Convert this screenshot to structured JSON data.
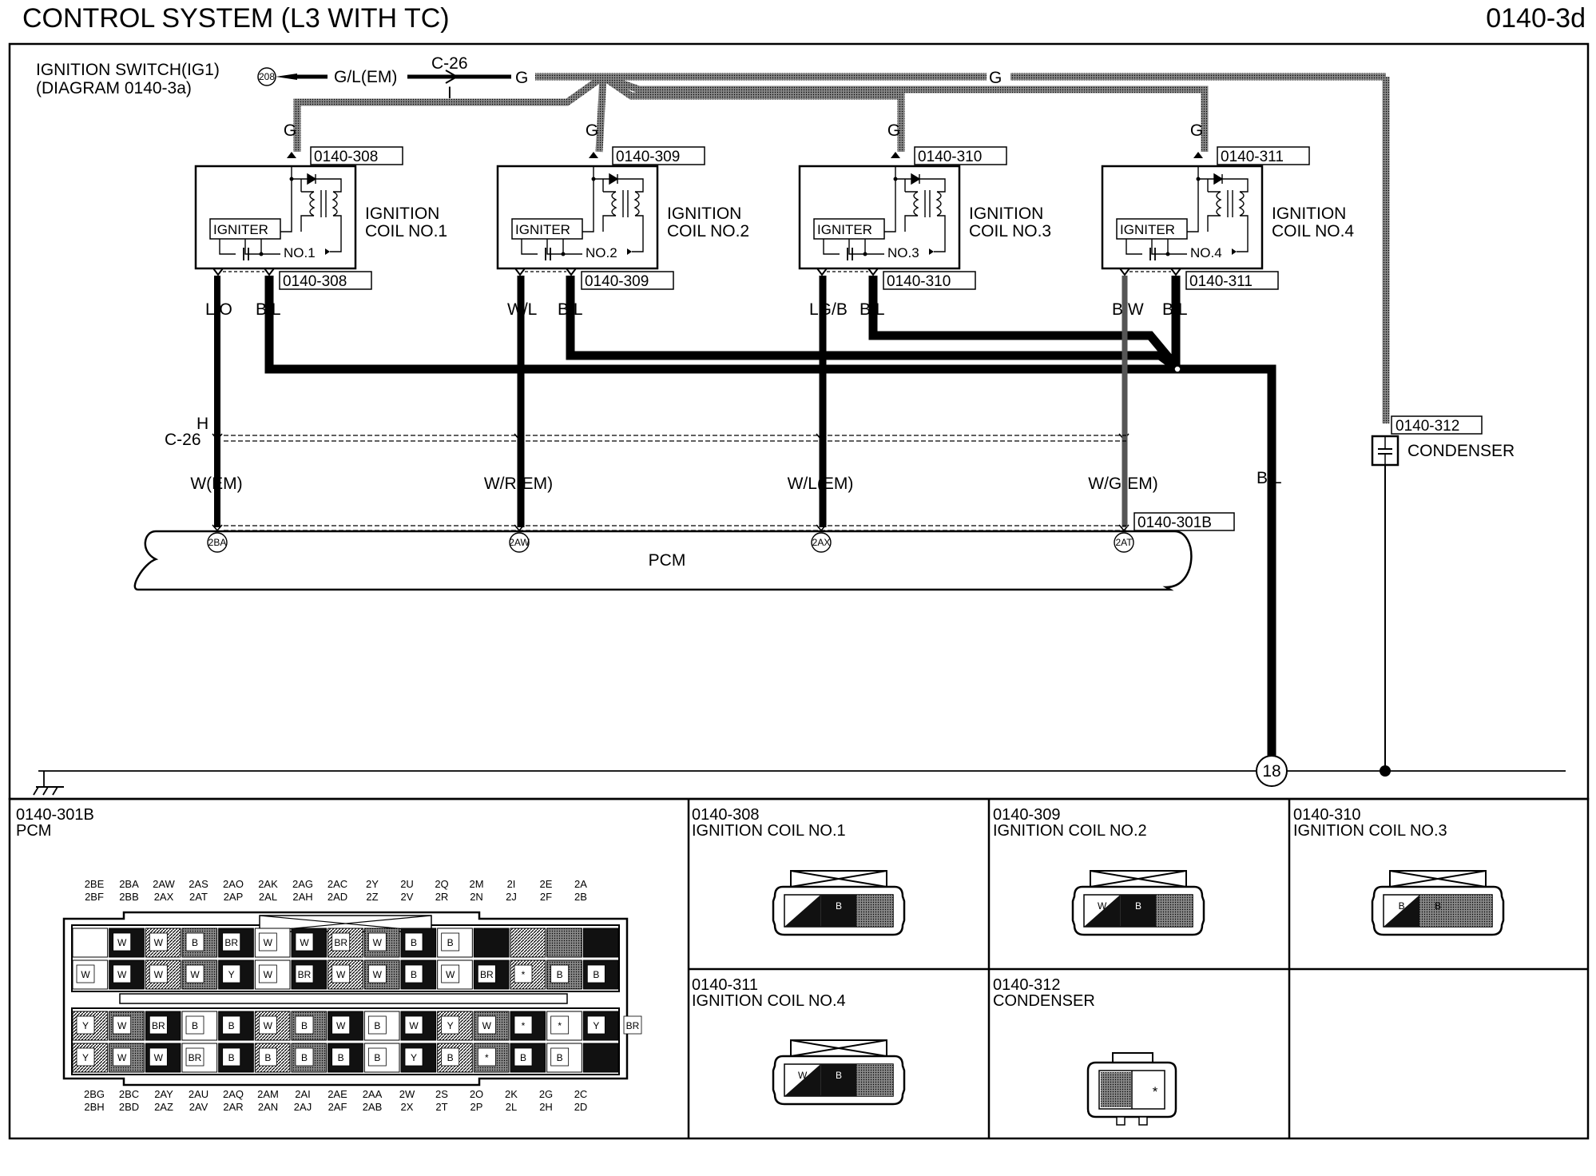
{
  "header": {
    "title": "CONTROL SYSTEM (L3 WITH TC)",
    "page_code": "0140-3d"
  },
  "ignition_switch": {
    "line1": "IGNITION SWITCH(IG1)",
    "line2": "(DIAGRAM 0140-3a)",
    "terminal": "208",
    "wire_color": "G/L(EM)",
    "connector": "C-26",
    "connector_pin": "I"
  },
  "wires": {
    "g": "G",
    "bl": "B/L",
    "h_pin": "H",
    "c26": "C-26"
  },
  "coils": [
    {
      "ref": "0140-308",
      "igniter": "IGNITER",
      "no": "NO.1",
      "name1": "IGNITION",
      "name2": "COIL NO.1",
      "wire_left": "L/O",
      "wire_right": "B/L",
      "pcm_wire": "W(EM)",
      "pcm_pin": "2BA"
    },
    {
      "ref": "0140-309",
      "igniter": "IGNITER",
      "no": "NO.2",
      "name1": "IGNITION",
      "name2": "COIL NO.2",
      "wire_left": "W/L",
      "wire_right": "B/L",
      "pcm_wire": "W/R(EM)",
      "pcm_pin": "2AW"
    },
    {
      "ref": "0140-310",
      "igniter": "IGNITER",
      "no": "NO.3",
      "name1": "IGNITION",
      "name2": "COIL NO.3",
      "wire_left": "LG/B",
      "wire_right": "B/L",
      "pcm_wire": "W/L(EM)",
      "pcm_pin": "2AX"
    },
    {
      "ref": "0140-311",
      "igniter": "IGNITER",
      "no": "NO.4",
      "name1": "IGNITION",
      "name2": "COIL NO.4",
      "wire_left": "B/W",
      "wire_right": "B/L",
      "pcm_wire": "W/G(EM)",
      "pcm_pin": "2AT"
    }
  ],
  "condenser": {
    "ref": "0140-312",
    "name": "CONDENSER"
  },
  "pcm": {
    "name": "PCM",
    "ref": "0140-301B"
  },
  "ground": {
    "point": "18"
  },
  "panels": {
    "pcm": {
      "ref": "0140-301B",
      "name": "PCM"
    },
    "coil1": {
      "ref": "0140-308",
      "name": "IGNITION COIL NO.1",
      "pins": [
        "B"
      ]
    },
    "coil2": {
      "ref": "0140-309",
      "name": "IGNITION COIL NO.2",
      "pins": [
        "W",
        "B"
      ]
    },
    "coil3": {
      "ref": "0140-310",
      "name": "IGNITION COIL NO.3",
      "pins": [
        "B",
        "B"
      ]
    },
    "coil4": {
      "ref": "0140-311",
      "name": "IGNITION COIL NO.4",
      "pins": [
        "W",
        "B"
      ]
    },
    "condenser": {
      "ref": "0140-312",
      "name": "CONDENSER",
      "pins": [
        "*"
      ]
    }
  },
  "pcm_connector": {
    "top_labels": [
      [
        "2BE",
        "2BF"
      ],
      [
        "2BA",
        "2BB"
      ],
      [
        "2AW",
        "2AX"
      ],
      [
        "2AS",
        "2AT"
      ],
      [
        "2AO",
        "2AP"
      ],
      [
        "2AK",
        "2AL"
      ],
      [
        "2AG",
        "2AH"
      ],
      [
        "2AC",
        "2AD"
      ],
      [
        "2Y",
        "2Z"
      ],
      [
        "2U",
        "2V"
      ],
      [
        "2Q",
        "2R"
      ],
      [
        "2M",
        "2N"
      ],
      [
        "2I",
        "2J"
      ],
      [
        "2E",
        "2F"
      ],
      [
        "2A",
        "2B"
      ]
    ],
    "bottom_labels": [
      [
        "2BG",
        "2BH"
      ],
      [
        "2BC",
        "2BD"
      ],
      [
        "2AY",
        "2AZ"
      ],
      [
        "2AU",
        "2AV"
      ],
      [
        "2AQ",
        "2AR"
      ],
      [
        "2AM",
        "2AN"
      ],
      [
        "2AI",
        "2AJ"
      ],
      [
        "2AE",
        "2AF"
      ],
      [
        "2AA",
        "2AB"
      ],
      [
        "2W",
        "2X"
      ],
      [
        "2S",
        "2T"
      ],
      [
        "2O",
        "2P"
      ],
      [
        "2K",
        "2L"
      ],
      [
        "2G",
        "2H"
      ],
      [
        "2C",
        "2D"
      ]
    ],
    "row1_pins": [
      "W",
      "W",
      "B",
      "BR",
      "W",
      "W",
      "BR",
      "W",
      "B",
      "B"
    ],
    "row2_pins": [
      "W",
      "W",
      "W",
      "W",
      "Y",
      "W",
      "BR",
      "W",
      "W",
      "B",
      "W",
      "BR",
      "*",
      "B",
      "B"
    ],
    "row3_pins": [
      "Y",
      "W",
      "BR",
      "B",
      "B",
      "W",
      "B",
      "W",
      "B",
      "W",
      "Y",
      "W",
      "*",
      "*",
      "Y",
      "BR"
    ],
    "row4_pins": [
      "Y",
      "W",
      "W",
      "BR",
      "B",
      "B",
      "B",
      "B",
      "B",
      "Y",
      "B",
      "*",
      "B",
      "B"
    ]
  }
}
